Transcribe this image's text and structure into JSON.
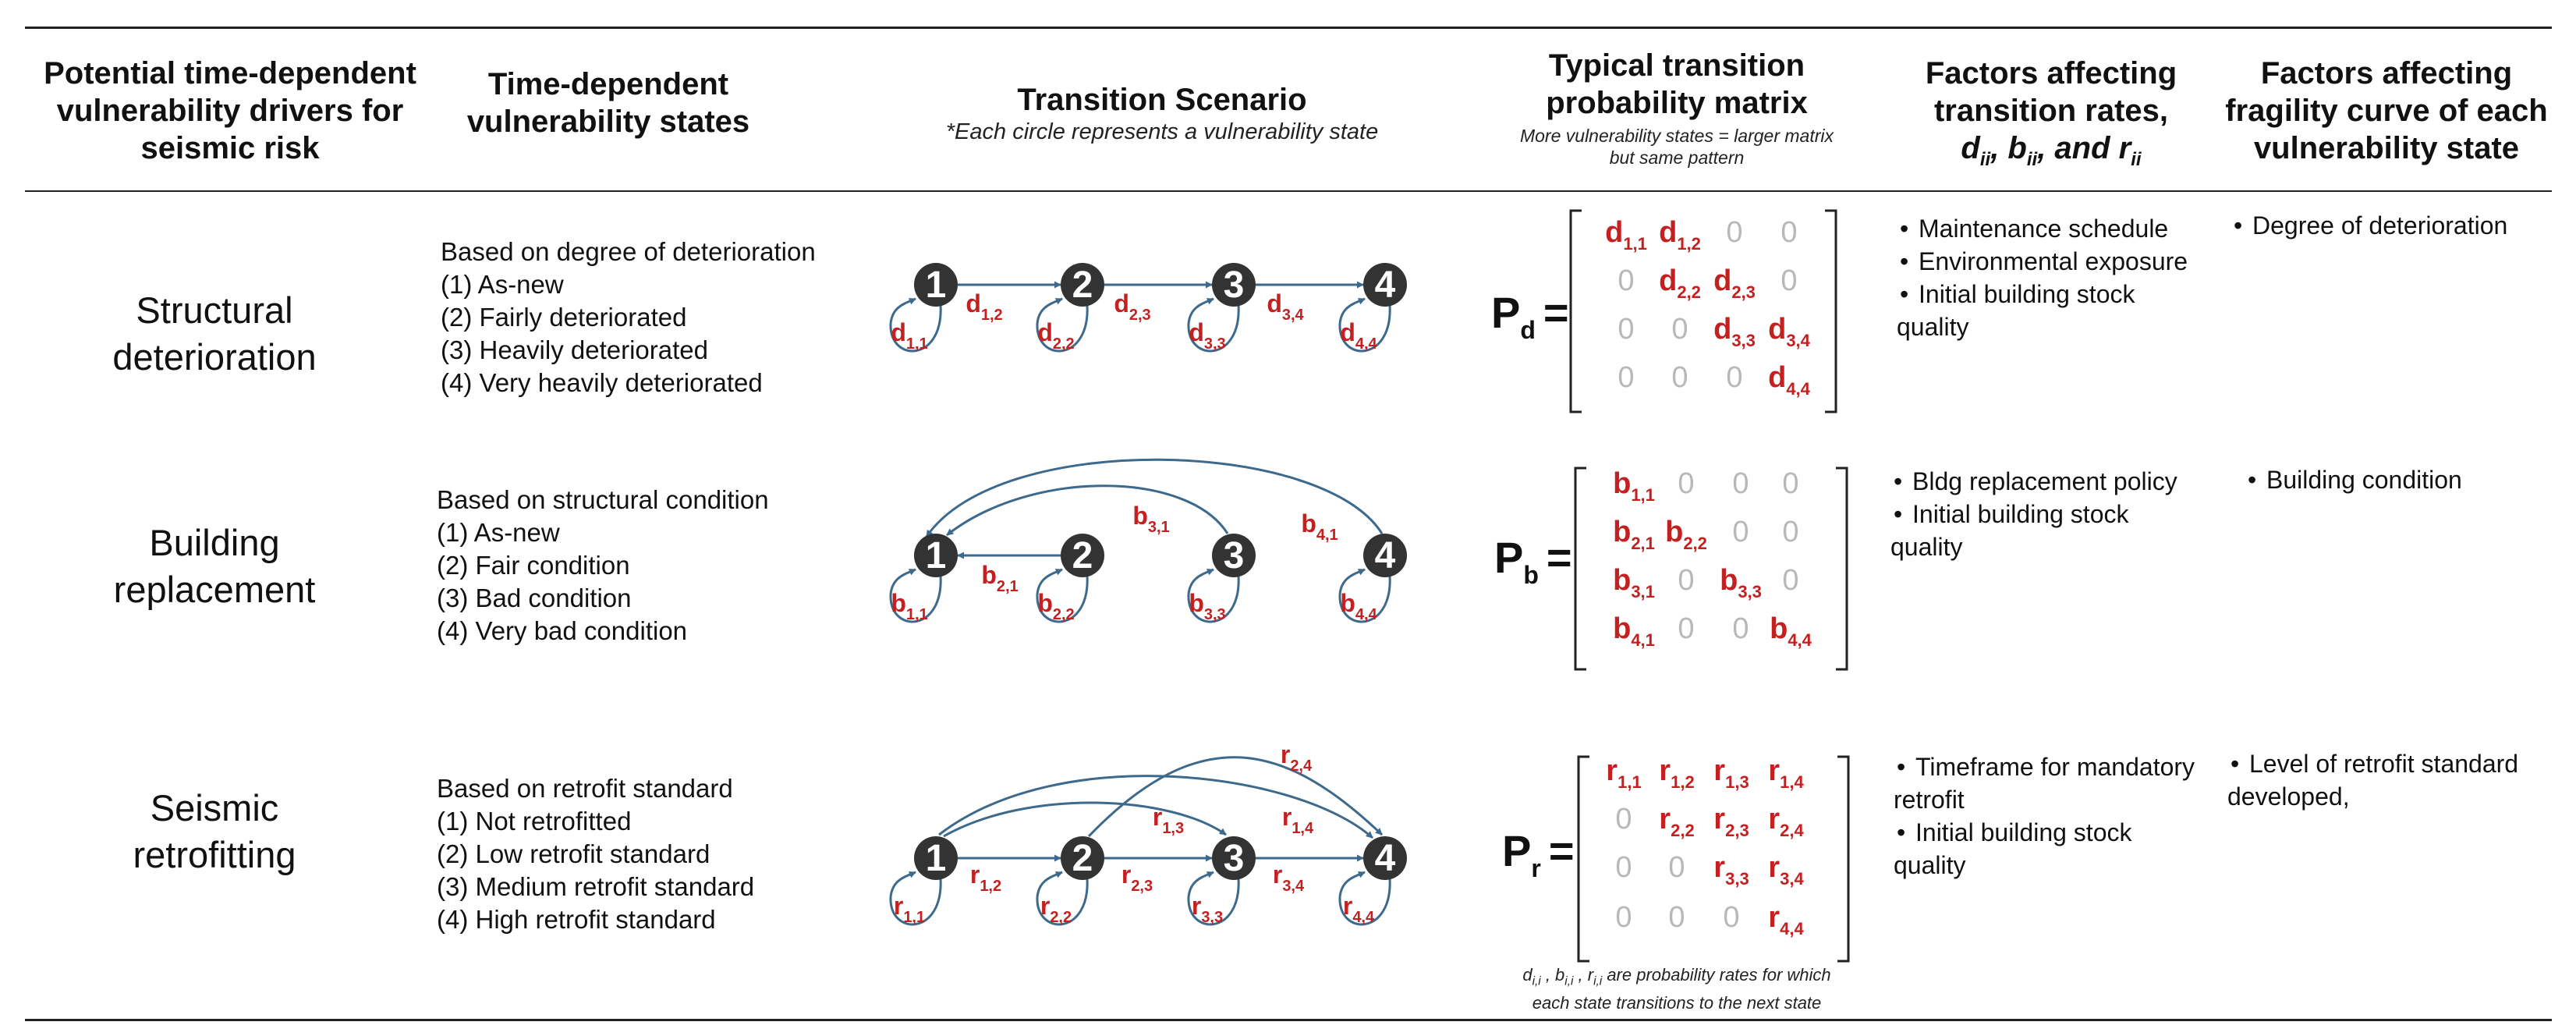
{
  "headers": {
    "col1": [
      "Potential time-dependent",
      "vulnerability drivers for",
      "seismic risk"
    ],
    "col2": [
      "Time-dependent",
      "vulnerability states"
    ],
    "col3": "Transition Scenario",
    "col3_sub": "*Each circle represents a vulnerability state",
    "col4": [
      "Typical transition",
      "probability matrix"
    ],
    "col4_note": [
      "More vulnerability states = larger matrix",
      "but same pattern"
    ],
    "col5": [
      "Factors affecting",
      "transition rates,",
      "dii, bii, and rii"
    ],
    "col6": [
      "Factors affecting",
      "fragility curve of each",
      "vulnerability state"
    ]
  },
  "rows": [
    {
      "driver": [
        "Structural",
        "deterioration"
      ],
      "states_title": "Based on degree  of deterioration",
      "states": [
        "(1) As-new",
        "(2) Fairly deteriorated",
        "(3) Heavily deteriorated",
        "(4) Very heavily deteriorated"
      ],
      "matrix_label": "Pd",
      "matrix": [
        [
          "d1,1",
          "d1,2",
          "0",
          "0"
        ],
        [
          "0",
          "d2,2",
          "d2,3",
          "0"
        ],
        [
          "0",
          "0",
          "d3,3",
          "d3,4"
        ],
        [
          "0",
          "0",
          "0",
          "d4,4"
        ]
      ],
      "factors": [
        "Maintenance schedule",
        "Environmental exposure",
        "Initial building stock",
        "quality"
      ],
      "fragility": [
        "Degree of deterioration"
      ]
    },
    {
      "driver": [
        "Building",
        "replacement"
      ],
      "states_title": "Based on structural condition",
      "states": [
        "(1) As-new",
        "(2) Fair condition",
        "(3) Bad condition",
        "(4) Very bad condition"
      ],
      "matrix_label": "Pb",
      "matrix": [
        [
          "b1,1",
          "0",
          "0",
          "0"
        ],
        [
          "b2,1",
          "b2,2",
          "0",
          "0"
        ],
        [
          "b3,1",
          "0",
          "b3,3",
          "0"
        ],
        [
          "b4,1",
          "0",
          "0",
          "b4,4"
        ]
      ],
      "factors": [
        "Bldg replacement policy",
        "Initial building stock",
        "quality"
      ],
      "fragility": [
        "Building condition"
      ]
    },
    {
      "driver": [
        "Seismic",
        "retrofitting"
      ],
      "states_title": "Based on retrofit standard",
      "states": [
        "(1) Not retrofitted",
        "(2) Low retrofit standard",
        "(3) Medium retrofit standard",
        "(4) High retrofit standard"
      ],
      "matrix_label": "Pr",
      "matrix": [
        [
          "r1,1",
          "r1,2",
          "r1,3",
          "r1,4"
        ],
        [
          "0",
          "r2,2",
          "r2,3",
          "r2,4"
        ],
        [
          "0",
          "0",
          "r3,3",
          "r3,4"
        ],
        [
          "0",
          "0",
          "0",
          "r4,4"
        ]
      ],
      "factors": [
        "Timeframe for mandatory",
        "retrofit",
        "Initial building stock",
        "quality"
      ],
      "fragility": [
        "Level of retrofit standard",
        "developed,"
      ]
    }
  ],
  "footnote": [
    "di,i , bi,i , ri,i are probability rates for which",
    "each state transitions to the next state"
  ],
  "colors": {
    "node": "#333333",
    "arrow": "#3d6a8c",
    "label": "#c42020",
    "zero": "#b8b8b8"
  }
}
